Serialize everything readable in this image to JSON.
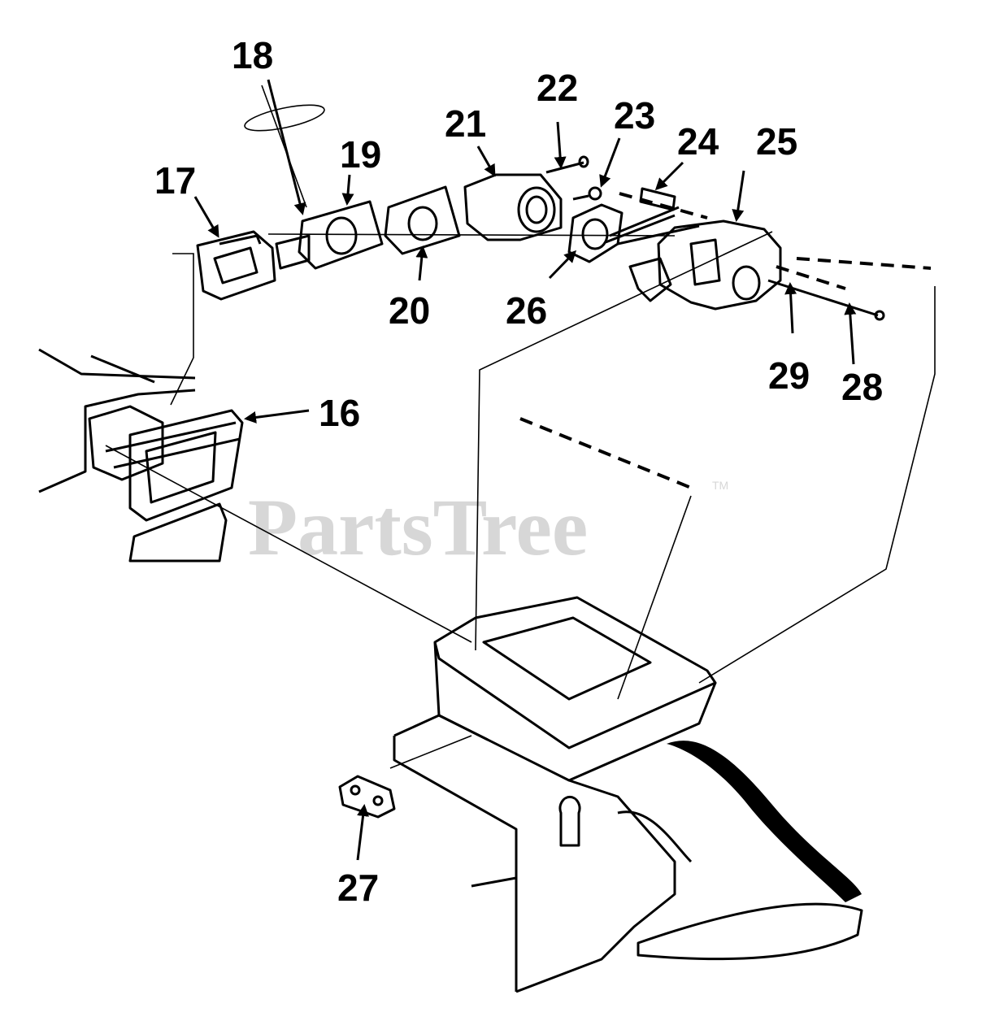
{
  "watermark": {
    "text": "PartsTree",
    "tm": "TM"
  },
  "callouts": [
    {
      "id": "16",
      "label": "16"
    },
    {
      "id": "17",
      "label": "17"
    },
    {
      "id": "18",
      "label": "18"
    },
    {
      "id": "19",
      "label": "19"
    },
    {
      "id": "20",
      "label": "20"
    },
    {
      "id": "21",
      "label": "21"
    },
    {
      "id": "22",
      "label": "22"
    },
    {
      "id": "23",
      "label": "23"
    },
    {
      "id": "24",
      "label": "24"
    },
    {
      "id": "25",
      "label": "25"
    },
    {
      "id": "26",
      "label": "26"
    },
    {
      "id": "27",
      "label": "27"
    },
    {
      "id": "28",
      "label": "28"
    },
    {
      "id": "29",
      "label": "29"
    }
  ]
}
